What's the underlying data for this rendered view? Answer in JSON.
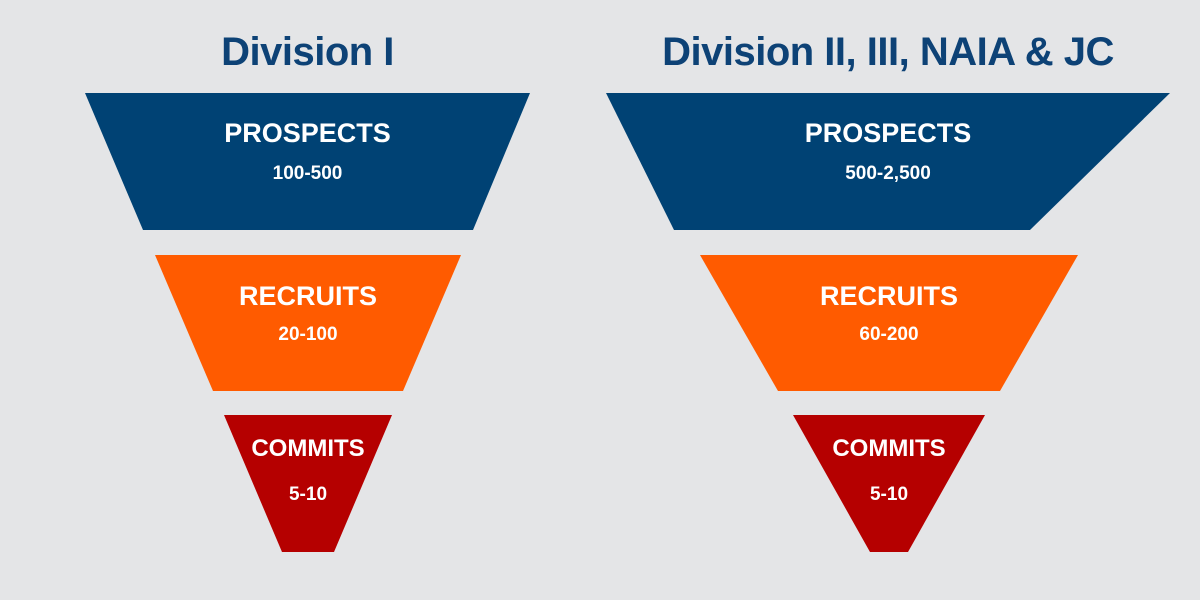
{
  "colors": {
    "background": "#e4e5e7",
    "title": "#0d4276",
    "prospects": "#004274",
    "recruits": "#ff5b00",
    "commits": "#b50000",
    "label_text": "#ffffff"
  },
  "funnels": [
    {
      "title": "Division I",
      "stages": [
        {
          "label": "PROSPECTS",
          "range": "100-500"
        },
        {
          "label": "RECRUITS",
          "range": "20-100"
        },
        {
          "label": "COMMITS",
          "range": "5-10"
        }
      ]
    },
    {
      "title": "Division II, III, NAIA & JC",
      "stages": [
        {
          "label": "PROSPECTS",
          "range": "500-2,500"
        },
        {
          "label": "RECRUITS",
          "range": "60-200"
        },
        {
          "label": "COMMITS",
          "range": "5-10"
        }
      ]
    }
  ]
}
